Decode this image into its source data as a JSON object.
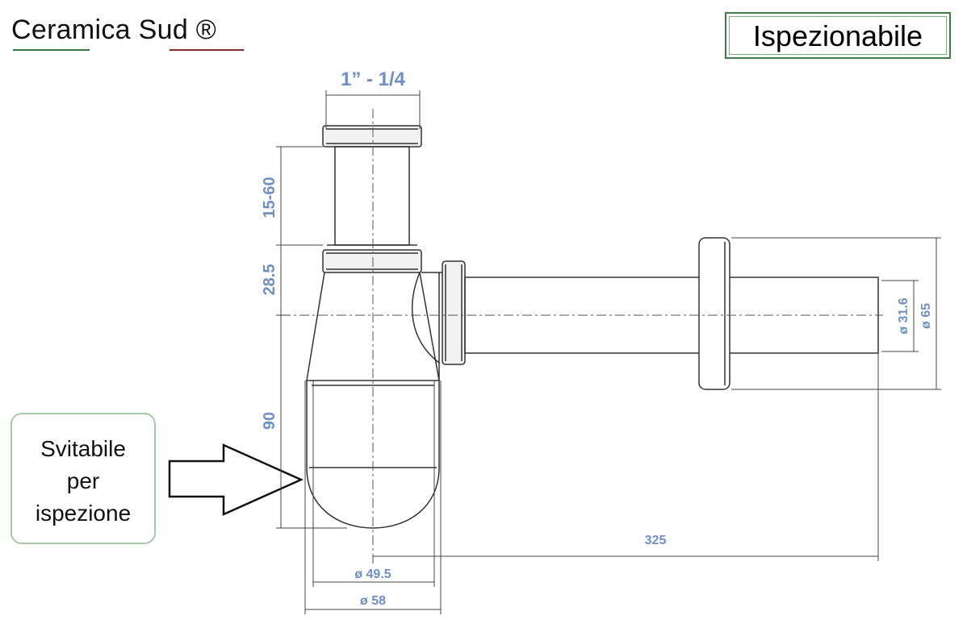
{
  "brand": {
    "name": "Ceramica Sud ®"
  },
  "badge": {
    "label": "Ispezionabile"
  },
  "note": {
    "line1": "Svitabile",
    "line2": "per",
    "line3": "ispezione"
  },
  "dimensions": {
    "thread": "1” - 1/4",
    "height_adjust": "15-60",
    "height_upper": "28.5",
    "height_lower": "90",
    "outlet_inner": "ø 31.6",
    "outlet_outer": "ø 65",
    "length": "325",
    "cup_inner": "ø 49.5",
    "cup_outer": "ø 58"
  },
  "colors": {
    "dimension": "#6f8fc6",
    "outline": "#333333",
    "badge_border": "#3e7b45"
  }
}
